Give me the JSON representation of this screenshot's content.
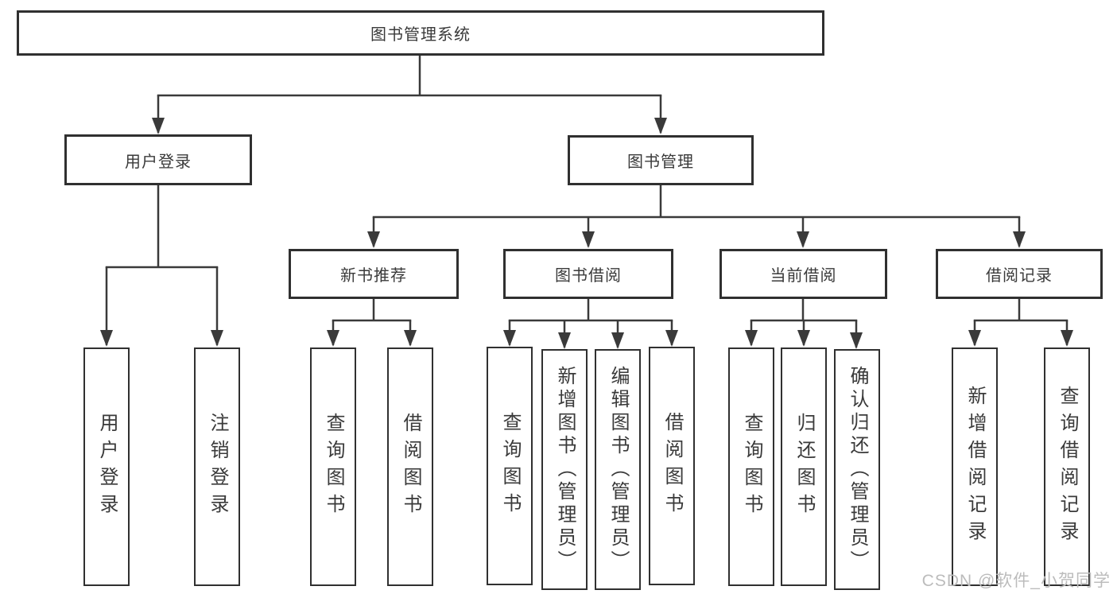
{
  "tree": {
    "root": {
      "label": "图书管理系统",
      "children": [
        {
          "label": "用户登录",
          "children": [
            {
              "label": "用户登录"
            },
            {
              "label": "注销登录"
            }
          ]
        },
        {
          "label": "图书管理",
          "children": [
            {
              "label": "新书推荐",
              "children": [
                {
                  "label": "查询图书"
                },
                {
                  "label": "借阅图书"
                }
              ]
            },
            {
              "label": "图书借阅",
              "children": [
                {
                  "label": "查询图书"
                },
                {
                  "label": "新增图书（管理员）"
                },
                {
                  "label": "编辑图书（管理员）"
                },
                {
                  "label": "借阅图书"
                }
              ]
            },
            {
              "label": "当前借阅",
              "children": [
                {
                  "label": "查询图书"
                },
                {
                  "label": "归还图书"
                },
                {
                  "label": "确认归还（管理员）"
                }
              ]
            },
            {
              "label": "借阅记录",
              "children": [
                {
                  "label": "新增借阅记录"
                },
                {
                  "label": "查询借阅记录"
                }
              ]
            }
          ]
        }
      ]
    }
  },
  "watermark": {
    "text": "CSDN @软件_小贺同学",
    "color": "#bcbcbc"
  },
  "colors": {
    "line": "#3a3a3a",
    "box_border": "#303030",
    "box_fill": "#ffffff",
    "text": "#3a3a3a",
    "background": "#ffffff"
  }
}
